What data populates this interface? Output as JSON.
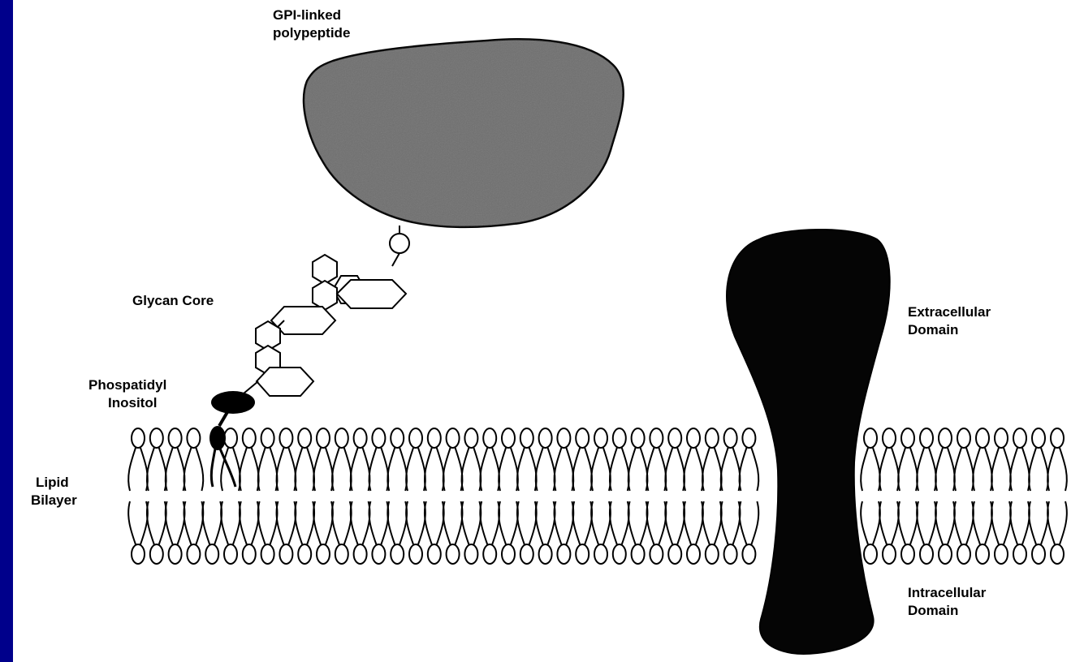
{
  "labels": {
    "gpi_line1": "GPI-linked",
    "gpi_line2": "polypeptide",
    "glycan": "Glycan Core",
    "phos_line1": "Phospatidyl",
    "phos_line2": "Inositol",
    "lipid_line1": "Lipid",
    "lipid_line2": "Bilayer",
    "extra_line1": "Extracellular",
    "extra_line2": "Domain",
    "intra_line1": "Intracellular",
    "intra_line2": "Domain"
  },
  "colors": {
    "frame": "#00008b",
    "background": "#ffffff",
    "polypeptide_fill": "#6e6e6e",
    "ink": "#000000"
  }
}
